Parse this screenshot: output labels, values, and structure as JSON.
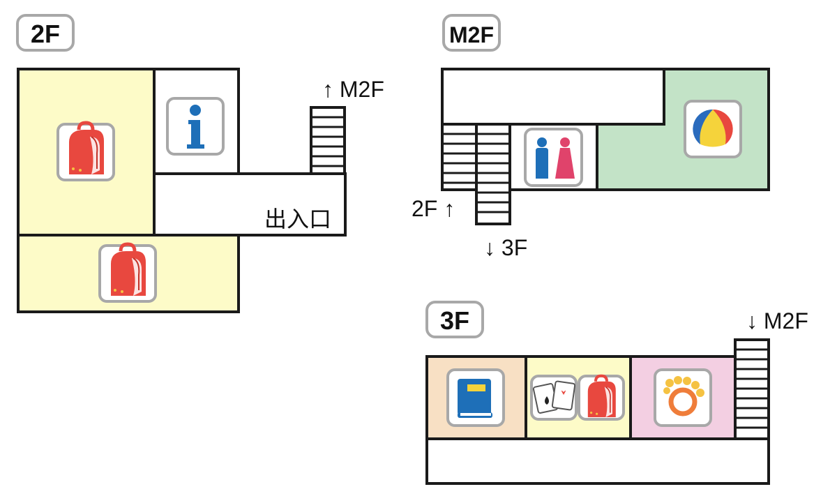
{
  "floors": {
    "f2": {
      "label": "2F",
      "stair_note": "↑ M2F",
      "entrance": "出入口",
      "icons": [
        "backpack-icon",
        "info-icon",
        "backpack-icon"
      ]
    },
    "m2f": {
      "label": "M2F",
      "stair_up_note": "2F ↑",
      "stair_down_note": "↓ 3F",
      "icons": [
        "restroom-icon",
        "beach-ball-icon"
      ]
    },
    "f3": {
      "label": "3F",
      "stair_note": "↓ M2F",
      "icons": [
        "book-icon",
        "playing-cards-icon",
        "backpack-icon",
        "flower-ring-icon"
      ]
    }
  },
  "colors": {
    "yellow_area": "#fdfbc8",
    "green_area": "#c3e3c7",
    "peach_area": "#f8e0c4",
    "pink_area": "#f3cfe2",
    "outline": "#1a1a1a",
    "icon_frame": "#a8a8a8"
  }
}
